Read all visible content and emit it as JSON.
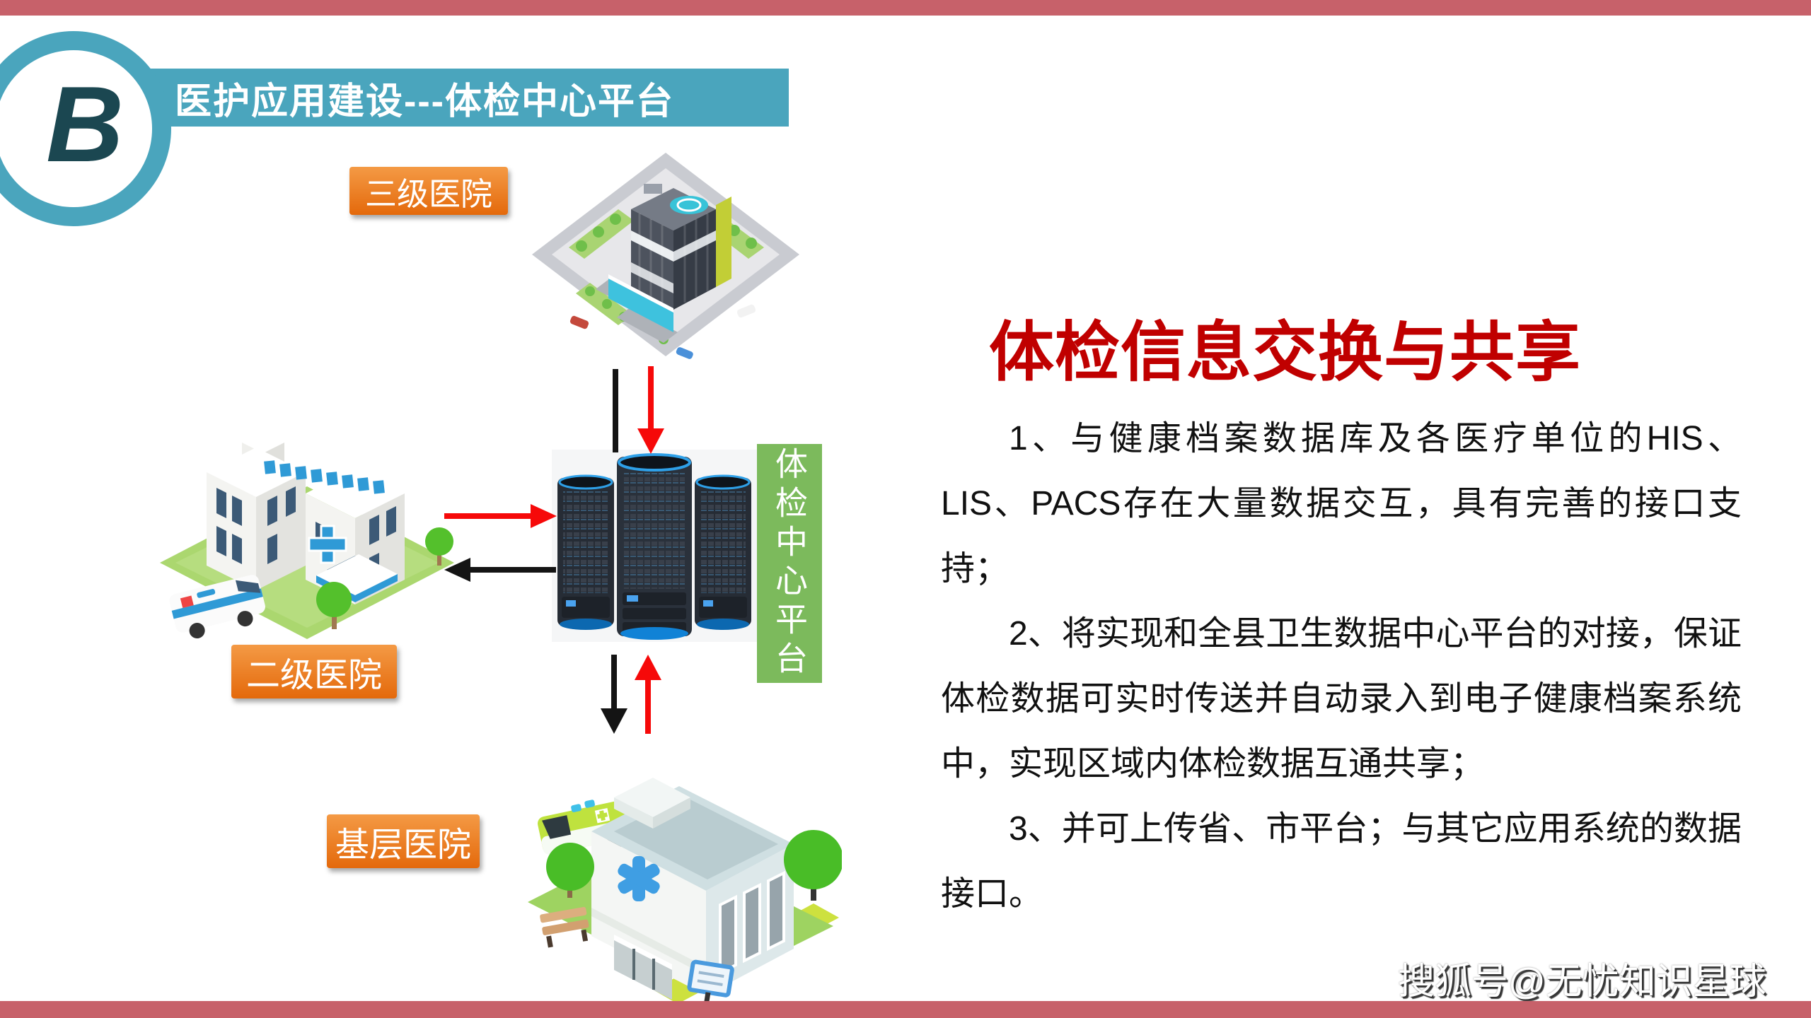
{
  "colors": {
    "bar_pink": "#c7616a",
    "teal": "#4aa5bd",
    "logo_letter": "#1b4751",
    "orange_hi": "#f49a45",
    "orange_lo": "#e4690b",
    "green_box": "#7cba5c",
    "title_red": "#c00000",
    "arrow_red": "#f60909",
    "arrow_black": "#141414",
    "text_black": "#111111"
  },
  "logo": {
    "letter": "B"
  },
  "header": {
    "title": "医护应用建设---体检中心平台"
  },
  "diagram": {
    "tertiary_label": "三级医院",
    "secondary_label": "二级医院",
    "grassroots_label": "基层医院",
    "center_label": "体检中心平台",
    "icons": {
      "tertiary": "city-hospital-block-illustration",
      "secondary": "hospital-building-illustration",
      "grassroots": "clinic-building-illustration",
      "center": "server-cluster-illustration"
    }
  },
  "content": {
    "title": "体检信息交换与共享",
    "paragraphs": [
      "1、与健康档案数据库及各医疗单位的HIS、LIS、PACS存在大量数据交互，具有完善的接口支持；",
      "2、将实现和全县卫生数据中心平台的对接，保证体检数据可实时传送并自动录入到电子健康档案系统中，实现区域内体检数据互通共享；",
      "3、并可上传省、市平台；与其它应用系统的数据接口。"
    ]
  },
  "watermark": {
    "text": "搜狐号@无忧知识星球"
  }
}
